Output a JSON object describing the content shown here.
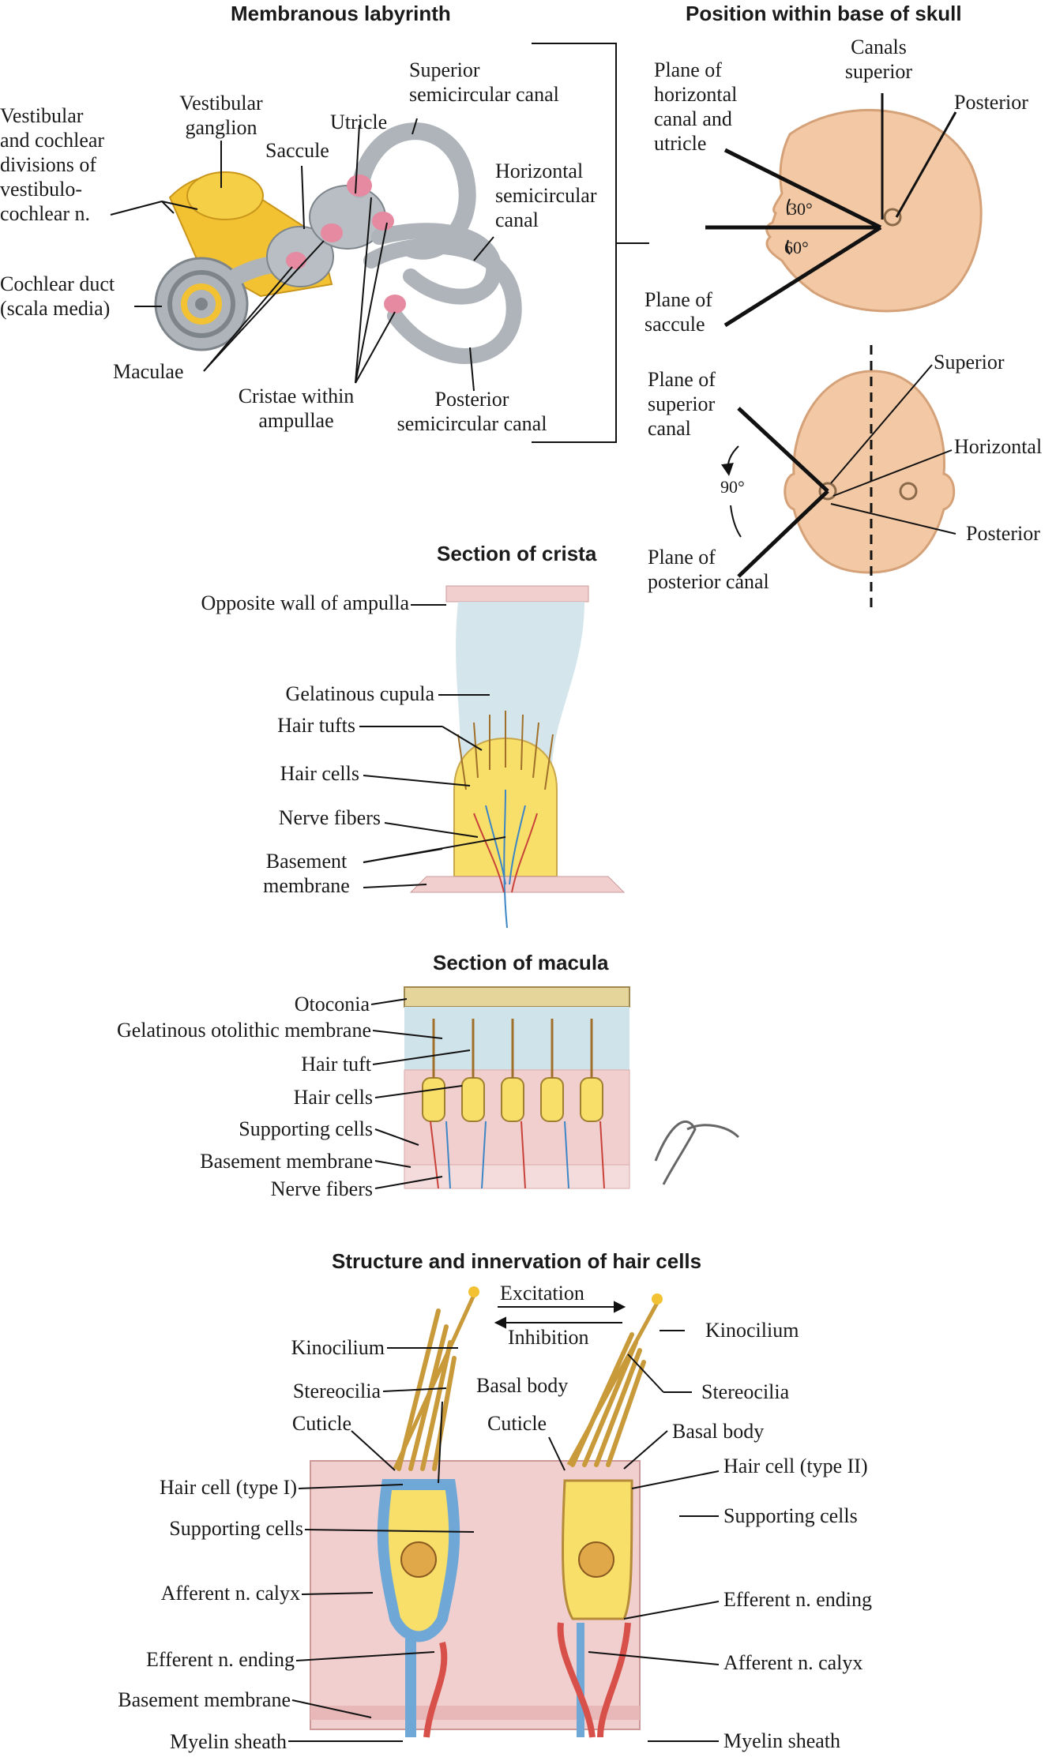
{
  "titles": {
    "membranous_labyrinth": "Membranous labyrinth",
    "position_skull": "Position within base of skull",
    "section_crista": "Section of crista",
    "section_macula": "Section of macula",
    "hair_cells": "Structure and innervation of hair cells"
  },
  "labyrinth": {
    "vestibular_cochlear": "Vestibular\nand cochlear\ndivisions of\nvestibulo-\ncochlear n.",
    "vestibular_ganglion": "Vestibular\nganglion",
    "saccule": "Saccule",
    "utricle": "Utricle",
    "superior_canal": "Superior\nsemicircular canal",
    "horizontal_canal": "Horizontal\nsemicircular\ncanal",
    "cochlear_duct": "Cochlear duct\n(scala media)",
    "maculae": "Maculae",
    "cristae": "Cristae within\nampullae",
    "posterior_canal": "Posterior\nsemicircular canal"
  },
  "skull": {
    "plane_horizontal": "Plane of\nhorizontal\ncanal and\nutricle",
    "canals": "Canals\nsuperior",
    "posterior_top": "Posterior",
    "angle_30": "30°",
    "angle_60": "60°",
    "plane_saccule": "Plane of\nsaccule",
    "plane_superior": "Plane of\nsuperior\ncanal",
    "superior": "Superior",
    "horizontal": "Horizontal",
    "angle_90": "90°",
    "posterior_bottom": "Posterior",
    "plane_posterior": "Plane of\nposterior canal"
  },
  "crista": {
    "opposite_wall": "Opposite wall of ampulla",
    "cupula": "Gelatinous cupula",
    "hair_tufts": "Hair tufts",
    "hair_cells": "Hair cells",
    "nerve_fibers": "Nerve fibers",
    "basement": "Basement\nmembrane"
  },
  "macula": {
    "otoconia": "Otoconia",
    "otolithic": "Gelatinous otolithic membrane",
    "hair_tuft": "Hair tuft",
    "hair_cells": "Hair cells",
    "supporting": "Supporting cells",
    "basement": "Basement membrane",
    "nerve_fibers": "Nerve fibers"
  },
  "haircell": {
    "excitation": "Excitation",
    "inhibition": "Inhibition",
    "kinocilium_l": "Kinocilium",
    "stereocilia_l": "Stereocilia",
    "basal_body_l": "Basal body",
    "cuticle_l": "Cuticle",
    "cuticle_r": "Cuticle",
    "kinocilium_r": "Kinocilium",
    "stereocilia_r": "Stereocilia",
    "basal_body_r": "Basal body",
    "type1": "Hair cell (type I)",
    "type2": "Hair cell (type II)",
    "supporting_l": "Supporting cells",
    "supporting_r": "Supporting cells",
    "calyx_l": "Afferent n. calyx",
    "efferent_r": "Efferent n. ending",
    "efferent_l": "Efferent n. ending",
    "calyx_r": "Afferent n. calyx",
    "basement": "Basement membrane",
    "myelin_l": "Myelin sheath",
    "myelin_r": "Myelin sheath"
  },
  "colors": {
    "nerve_yellow": "#f2c233",
    "labyrinth_gray": "#aeb4b9",
    "skin": "#f3c8a4",
    "cupula_blue": "#cfe3ea",
    "tissue_pink": "#f2cfcf",
    "cell_yellow": "#f7df6a",
    "afferent_blue": "#6fa8d6",
    "efferent_red": "#d8504a"
  }
}
